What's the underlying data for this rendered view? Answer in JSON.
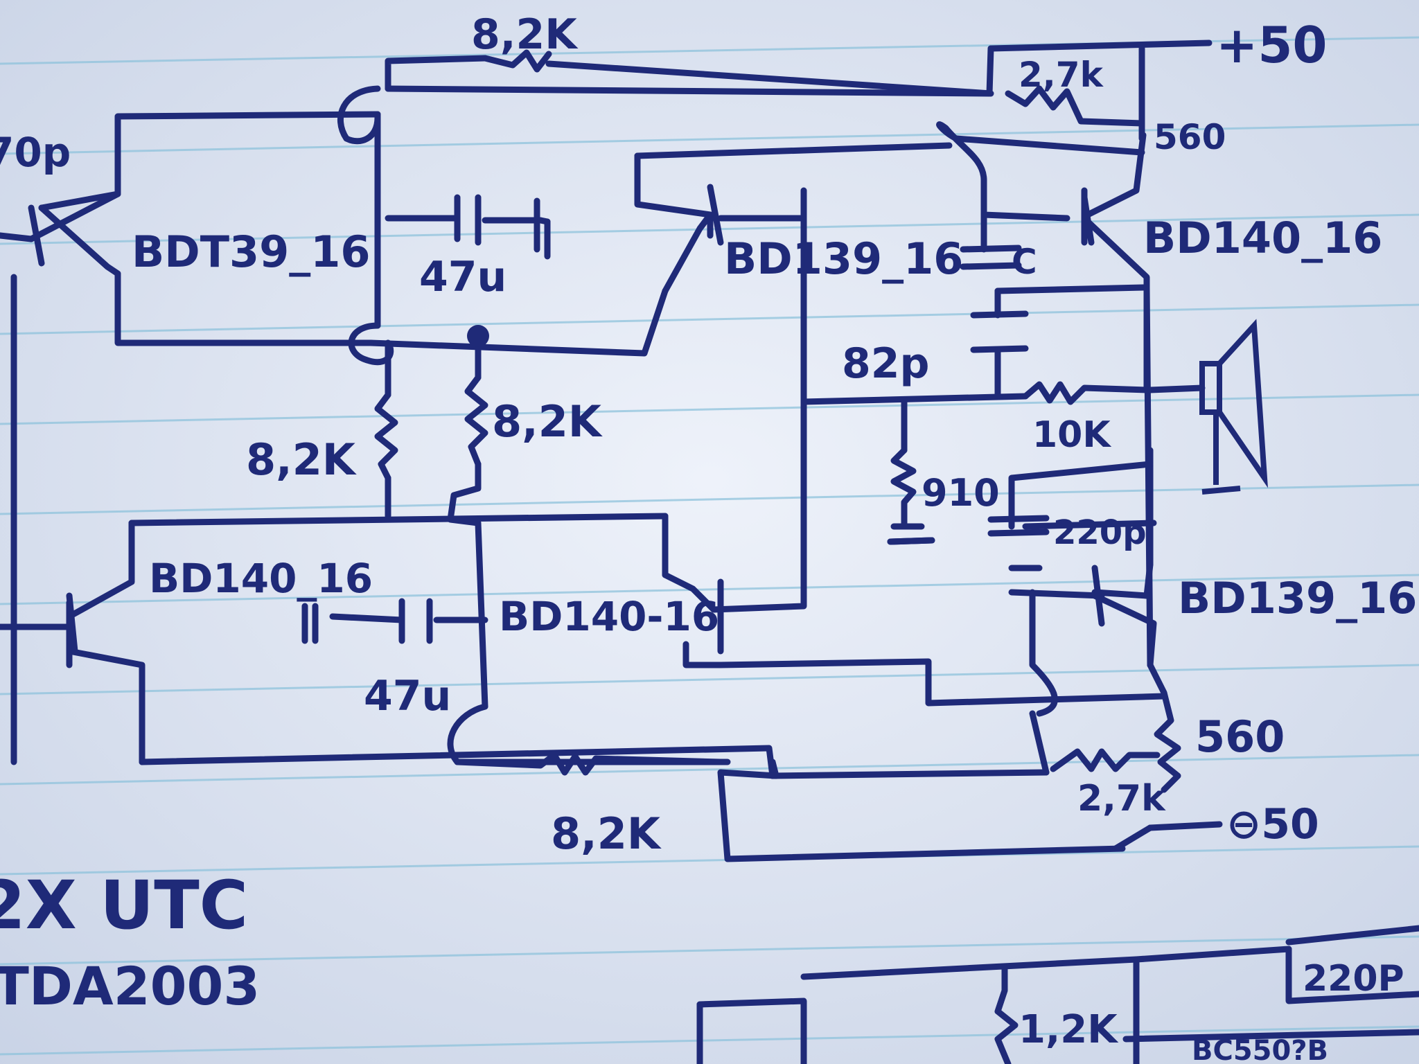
{
  "sheet": {
    "paper_color": "#e2e9f5",
    "rule_color": "#8fc3dc",
    "ink_color": "#1f2a78",
    "margin_note_partial": "70p"
  },
  "rails": {
    "positive": "+50",
    "negative": "⊖50"
  },
  "transistors": [
    {
      "id": "q1",
      "label": "BDT39_16"
    },
    {
      "id": "q2",
      "label": "BD139_16"
    },
    {
      "id": "q3",
      "label": "BD140_16"
    },
    {
      "id": "q4",
      "label": "BD140_16"
    },
    {
      "id": "q5",
      "label": "BD140-16"
    },
    {
      "id": "q6",
      "label": "BD139_16"
    }
  ],
  "resistors": [
    {
      "id": "r_top",
      "value": "8,2K"
    },
    {
      "id": "r_27k_top",
      "value": "2,7k"
    },
    {
      "id": "r_560_top",
      "value": "560"
    },
    {
      "id": "r_left",
      "value": "8,2K"
    },
    {
      "id": "r_mid",
      "value": "8,2K"
    },
    {
      "id": "r_10k",
      "value": "10K"
    },
    {
      "id": "r_910",
      "value": "910"
    },
    {
      "id": "r_560_bottom",
      "value": "560"
    },
    {
      "id": "r_27k_bottom",
      "value": "2,7k"
    },
    {
      "id": "r_bottom",
      "value": "8,2K"
    },
    {
      "id": "r_12k",
      "value": "1,2K"
    }
  ],
  "capacitors": [
    {
      "id": "c_upper",
      "value": "47u"
    },
    {
      "id": "c_lower",
      "value": "47u"
    },
    {
      "id": "c_82p",
      "value": "82p"
    },
    {
      "id": "c_220p",
      "value": "220p"
    },
    {
      "id": "c_220p_partial",
      "value": "220P"
    },
    {
      "id": "c_c",
      "value": "C"
    }
  ],
  "notes": {
    "line1": "2X UTC",
    "line2": "TDA2003",
    "bottom_partial": "BC550?B"
  },
  "icons": [
    "speaker-icon",
    "ground-icon"
  ]
}
